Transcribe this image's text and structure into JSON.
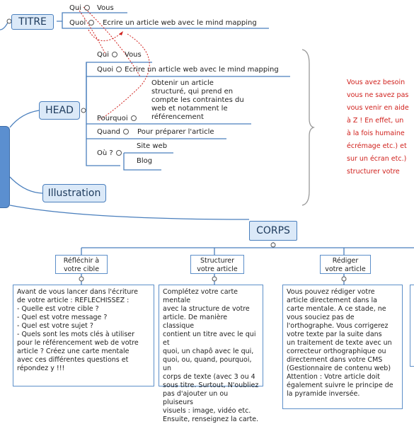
{
  "titre": {
    "label": "TITRE",
    "qui": "Qui",
    "vous": "Vous",
    "quoi": "Quoi",
    "quoi_value": "Ecrire un article web avec le mind mapping"
  },
  "head": {
    "label": "HEAD",
    "qui": "Qui",
    "vous": "Vous",
    "quoi": "Quoi",
    "quoi_value": "Ecrire un article web avec le mind mapping",
    "pourquoi": "Pourquoi",
    "pourquoi_value": "Obtenir un article\nstructuré, qui prend en\ncompte les contraintes du\nweb et notamment le\nréférencement",
    "quand": "Quand",
    "quand_value": "Pour préparer l'article",
    "ou": "Où ?",
    "ou_site": "Site web",
    "ou_blog": "Blog"
  },
  "illustration": {
    "label": "Illustration"
  },
  "note": {
    "text": "Vous avez besoin\nvous ne savez pas\nvous venir en aide\nà Z ! En effet, un\nà la fois humaine\nécrémage etc.) et\nsur un écran etc.)\nstructurer votre"
  },
  "corps": {
    "label": "CORPS",
    "branches": [
      {
        "title": "Réfléchir à\nvotre cible",
        "body": "Avant de vous lancer dans l'écriture\nde votre article : REFLECHISSEZ :\n- Quelle est votre cible ?\n- Quel est votre message ?\n- Quel est votre sujet ?\n- Quels sont les mots clés à utiliser\npour le référencement web de votre\narticle ? Créez une carte mentale\navec ces différentes questions et\nrépondez y !!!"
      },
      {
        "title": "Structurer\nvotre article",
        "body": "Complétez votre carte mentale\navec la structure de votre\narticle. De manière classique\ncontient un titre avec le qui et\nquoi, un chapô avec le qui,\nquoi, ou, quand, pourquoi, un\ncorps de texte (avec 3 ou 4\nsous titre. Surtout,  N'oubliez\npas d'ajouter un ou pluiseurs\nvisuels : image, vidéo etc.\nEnsuite, renseignez la carte."
      },
      {
        "title": "Rédiger\nvotre article",
        "body": "Vous pouvez rédiger votre\narticle directement dans la\ncarte mentale. A ce stade, ne\nvous souciez pas de\nl'orthographe. Vous corrigerez\nvotre texte par la suite dans\nun traitement de texte avec un\ncorrecteur orthographique ou\ndirectement dans votre CMS\n(Gestionnaire de contenu web)\nAttention : Votre article doit\négalement suivre le principe de\nla pyramide inversée."
      }
    ]
  },
  "colors": {
    "line": "#4a7fbd",
    "node_fill": "#dbe9f8",
    "accent": "#d0201c",
    "central": "#5b8fd0"
  }
}
